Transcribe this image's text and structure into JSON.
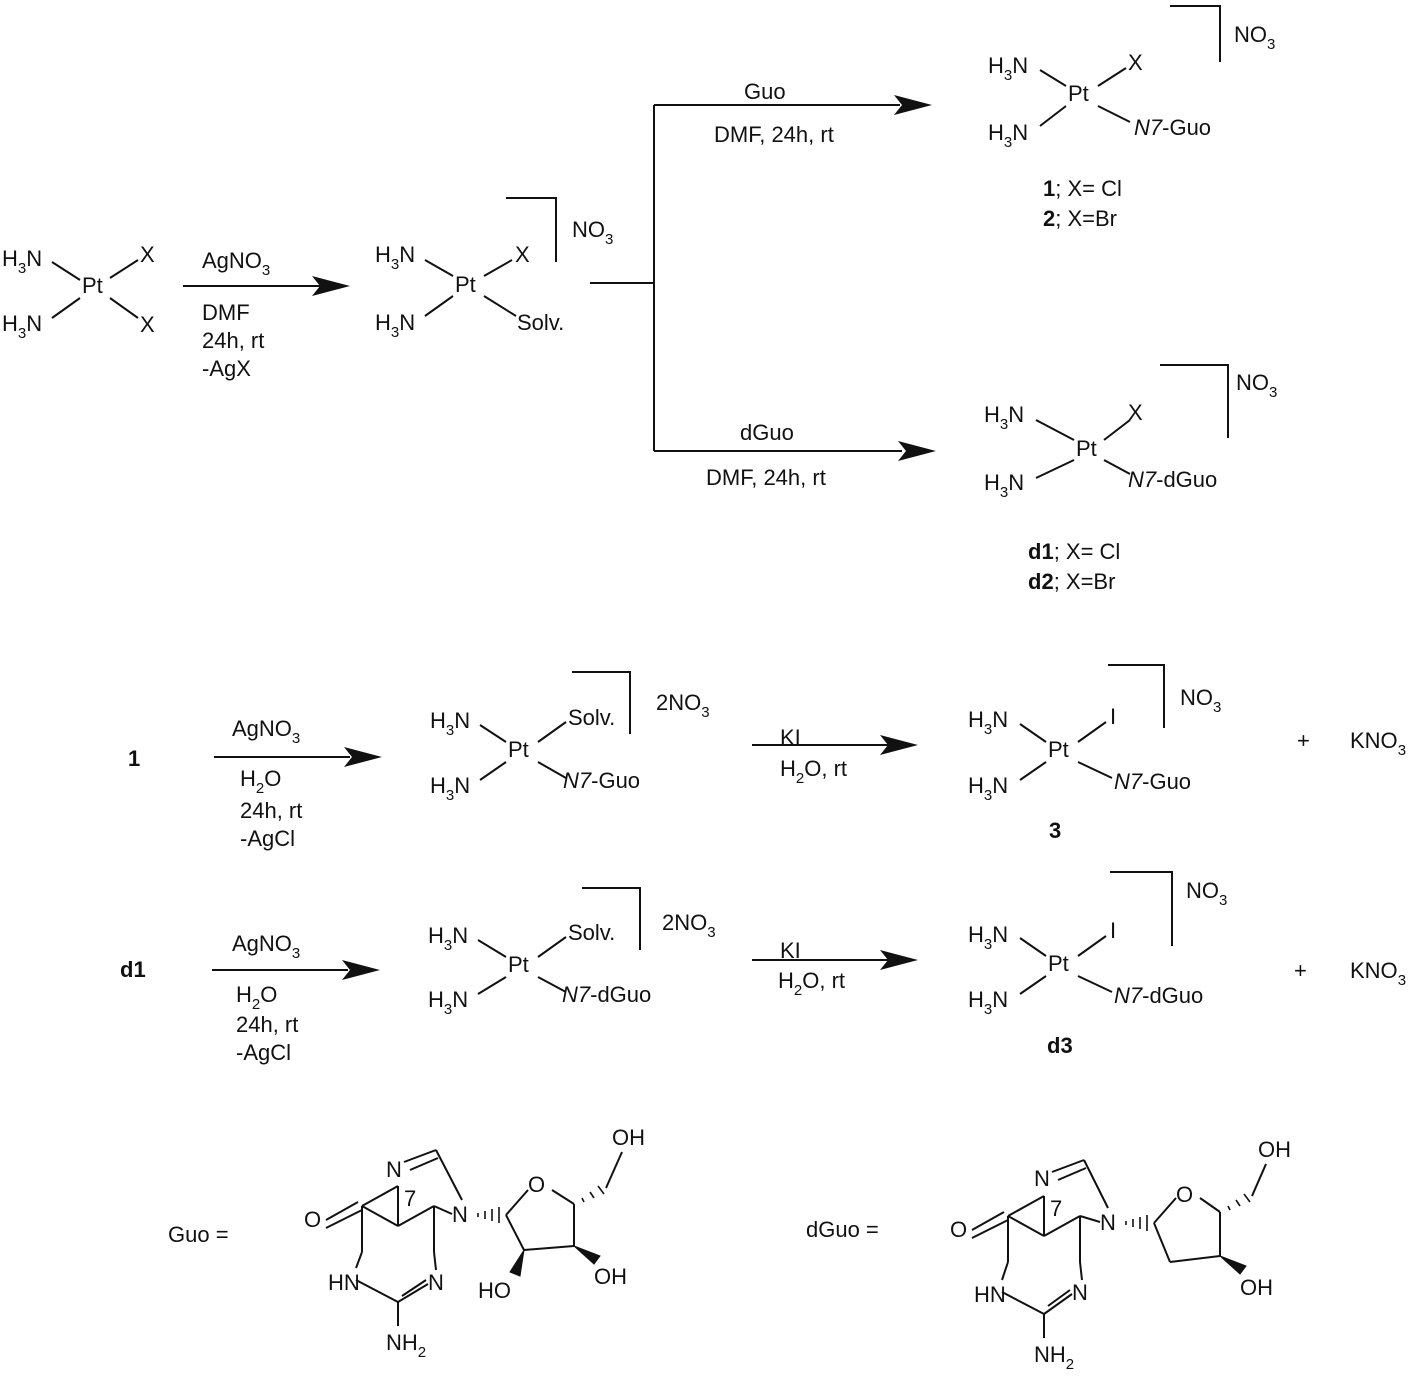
{
  "labels": {
    "h3n": "H",
    "h3n_sub": "3",
    "h3n_n": "N",
    "pt": "Pt",
    "x": "X",
    "solv": "Solv.",
    "iodo": "I",
    "n7": "N7",
    "guo": "-Guo",
    "dguo": "-dGuo",
    "no3_n": "NO",
    "no3_sub": "3",
    "two_no3": "2NO",
    "plus": "+",
    "kno3": "KNO",
    "kno3_sub": "3"
  },
  "reagents": {
    "r1_top": "AgNO",
    "r1_top_sub": "3",
    "r1_l1": "DMF",
    "r1_l2": "24h, rt",
    "r1_l3": "-AgX",
    "guo_top": "Guo",
    "guo_bottom": "DMF, 24h, rt",
    "dguo_top": "dGuo",
    "dguo_bottom": "DMF, 24h, rt",
    "ag_top": "AgNO",
    "ag_top_sub": "3",
    "h2o_h": "H",
    "h2o_sub": "2",
    "h2o_o": "O",
    "l_24h": "24h, rt",
    "l_agcl": "-AgCl",
    "ki": "KI",
    "h2o_rt": "O, rt"
  },
  "compounds": {
    "c1": "1",
    "c1_rest": "; X= Cl",
    "c2": "2",
    "c2_rest": "; X=Br",
    "d1": "d1",
    "d1_rest": "; X= Cl",
    "d2": "d2",
    "d2_rest": "; X=Br",
    "start1": "1",
    "startd1": "d1",
    "c3": "3",
    "d3": "d3"
  },
  "structures": {
    "guo_eq": "Guo =",
    "dguo_eq": "dGuo =",
    "oh": "OH",
    "ho": "HO",
    "o": "O",
    "n": "N",
    "hn": "HN",
    "nh2_nh": "NH",
    "nh2_sub": "2",
    "seven": "7"
  }
}
